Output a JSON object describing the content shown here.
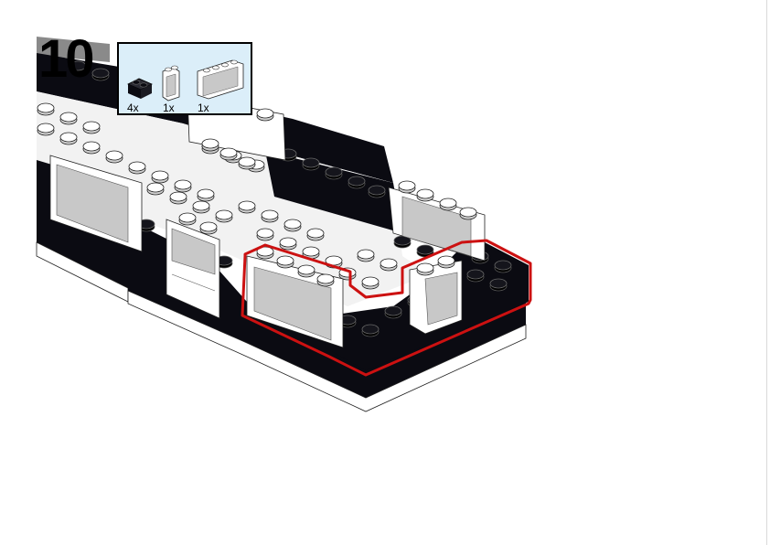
{
  "step": {
    "number": "10"
  },
  "parts_list": {
    "items": [
      {
        "name": "black-brick-1x2",
        "quantity": "4x",
        "color": "#111111"
      },
      {
        "name": "white-window-1x2x2",
        "quantity": "1x",
        "color": "#ffffff"
      },
      {
        "name": "white-window-1x4x2",
        "quantity": "1x",
        "color": "#ffffff"
      }
    ]
  },
  "colors": {
    "callout_bg": "#dbeef9",
    "highlight": "#cc1111",
    "brick_black": "#0b0b12",
    "brick_white": "#ffffff",
    "glass": "#c8c8c8"
  }
}
